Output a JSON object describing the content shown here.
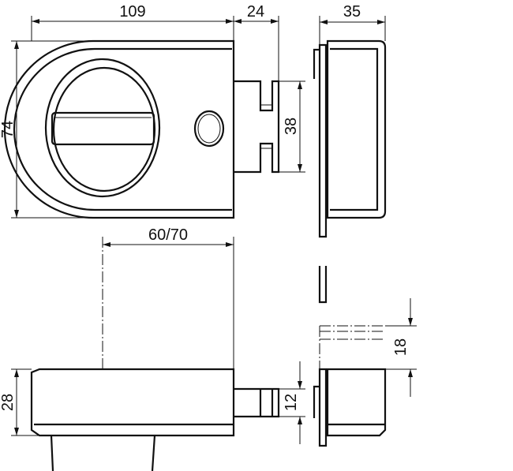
{
  "drawing": {
    "dimensions": {
      "width": "109",
      "bolt_throw": "24",
      "depth": "35",
      "height": "74",
      "bolt_height": "38",
      "door_thickness": "60/70",
      "body_thickness": "28",
      "bolt_thickness": "12",
      "keeper_offset": "18"
    }
  }
}
